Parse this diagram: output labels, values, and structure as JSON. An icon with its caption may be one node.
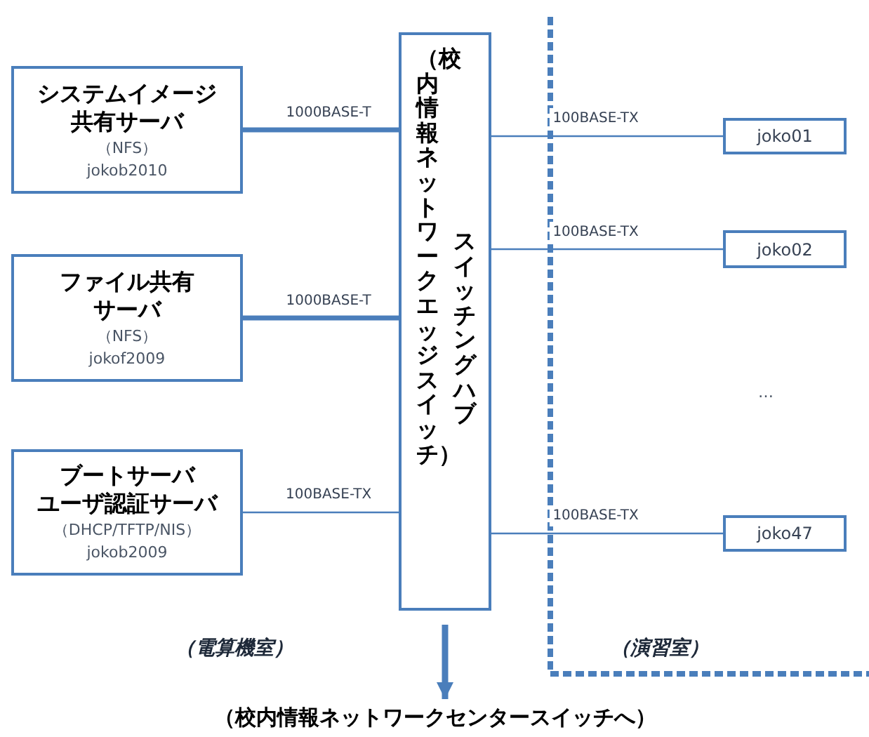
{
  "diagram": {
    "nodes": [
      {
        "text": [
          "システムイメージ共有サーバ",
          "（NFS）",
          "jokob2010"
        ]
      },
      {
        "text": [
          "ファイル共有サーバ",
          "（NFS）",
          "jokof2009"
        ]
      },
      {
        "text": [
          "ブートサーバ",
          "ユーザ認証サーバ",
          "（DHCP/TFTP/NIS）",
          "jokob2009"
        ]
      },
      {
        "text": [
          "スイッチングハブ",
          "（校内情報ネットワークエッジスイッチ）"
        ]
      },
      {
        "text": [
          "joko01"
        ]
      },
      {
        "text": [
          "joko02"
        ]
      },
      {
        "text": [
          "joko47"
        ]
      },
      {
        "text": [
          "（校内情報ネットワークセンタースイッチへ）"
        ]
      }
    ],
    "edges": [
      {
        "from": 0,
        "to": 3,
        "arrow": "none",
        "label": "1000BASE-T",
        "style": "thick"
      },
      {
        "from": 1,
        "to": 3,
        "arrow": "none",
        "label": "1000BASE-T",
        "style": "thick"
      },
      {
        "from": 2,
        "to": 3,
        "arrow": "none",
        "label": "100BASE-TX"
      },
      {
        "from": 3,
        "to": 4,
        "arrow": "none",
        "label": "100BASE-TX"
      },
      {
        "from": 3,
        "to": 5,
        "arrow": "none",
        "label": "100BASE-TX"
      },
      {
        "from": 3,
        "to": 6,
        "arrow": "none",
        "label": "100BASE-TX"
      },
      {
        "from": 3,
        "to": 7,
        "arrow": "to",
        "style": "thick"
      }
    ],
    "labels": [
      "…",
      "（電算機室）",
      "（演習室）"
    ]
  }
}
